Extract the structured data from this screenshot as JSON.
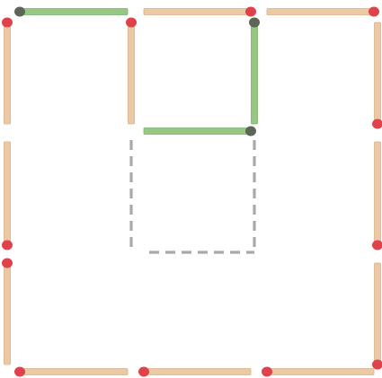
{
  "puzzle": {
    "grid_cols": 3,
    "grid_rows": 3,
    "matches": [
      {
        "id": "top-0",
        "orient": "h",
        "col": 0,
        "row": 0,
        "head": "start",
        "state": "moved"
      },
      {
        "id": "top-1",
        "orient": "h",
        "col": 1,
        "row": 0,
        "head": "end",
        "state": "normal"
      },
      {
        "id": "top-2",
        "orient": "h",
        "col": 2,
        "row": 0,
        "head": "end",
        "state": "normal"
      },
      {
        "id": "left-0",
        "orient": "v",
        "col": 0,
        "row": 0,
        "head": "start",
        "state": "normal"
      },
      {
        "id": "inner-a",
        "orient": "v",
        "col": 1,
        "row": 0,
        "head": "start",
        "state": "normal"
      },
      {
        "id": "inner-b",
        "orient": "v",
        "col": 2,
        "row": 0,
        "head": "start",
        "state": "moved"
      },
      {
        "id": "right-0",
        "orient": "v",
        "col": 3,
        "row": 0,
        "head": "end",
        "state": "normal"
      },
      {
        "id": "mid-h",
        "orient": "h",
        "col": 1,
        "row": 1,
        "head": "end",
        "state": "moved"
      },
      {
        "id": "left-1",
        "orient": "v",
        "col": 0,
        "row": 1,
        "head": "end",
        "state": "normal"
      },
      {
        "id": "right-1",
        "orient": "v",
        "col": 3,
        "row": 1,
        "head": "end",
        "state": "normal"
      },
      {
        "id": "left-2",
        "orient": "v",
        "col": 0,
        "row": 2,
        "head": "start",
        "state": "normal"
      },
      {
        "id": "right-2",
        "orient": "v",
        "col": 3,
        "row": 2,
        "head": "end",
        "state": "normal"
      },
      {
        "id": "bottom-0",
        "orient": "h",
        "col": 0,
        "row": 3,
        "head": "start",
        "state": "normal"
      },
      {
        "id": "bottom-1",
        "orient": "h",
        "col": 1,
        "row": 3,
        "head": "start",
        "state": "normal"
      },
      {
        "id": "bottom-2",
        "orient": "h",
        "col": 2,
        "row": 3,
        "head": "start",
        "state": "normal"
      }
    ],
    "removed_slots": [
      {
        "id": "ghost-left",
        "orient": "v",
        "col": 1,
        "row": 1
      },
      {
        "id": "ghost-right",
        "orient": "v",
        "col": 2,
        "row": 1
      },
      {
        "id": "ghost-bottom",
        "orient": "h",
        "col": 1,
        "row": 2
      }
    ],
    "colors": {
      "wood": "#ecc9a2",
      "wood_edge": "#d9b088",
      "moved_stick": "#96c884",
      "moved_edge": "#7cae6c",
      "head_red": "#e0424b",
      "head_burnt": "#5b6657",
      "ghost_dash": "#a9a9a9"
    }
  }
}
